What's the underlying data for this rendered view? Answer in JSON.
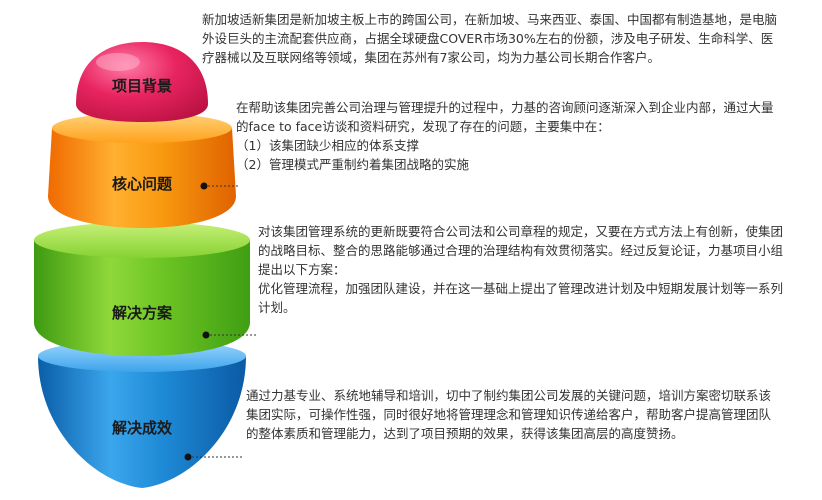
{
  "segments": [
    {
      "label": "项目背景",
      "color": "#e01f5a",
      "lines": [
        "新加坡适新集团是新加坡主板上市的跨国公司，在新加坡、马来西亚、泰国、中国都有制造基地，是电脑",
        "外设巨头的主流配套供应商，占据全球硬盘COVER市场30%左右的份额，涉及电子研发、生命科学、医",
        "疗器械以及互联网络等领域，集团在苏州有7家公司，均为力基公司长期合作客户。"
      ]
    },
    {
      "label": "核心问题",
      "color": "#f58200",
      "lines": [
        "在帮助该集团完善公司治理与管理提升的过程中，力基的咨询顾问逐渐深入到企业内部，通过大量",
        "的face to face访谈和资料研究，发现了存在的问题，主要集中在：",
        "（1）该集团缺少相应的体系支撑",
        "（2）管理模式严重制约着集团战略的实施"
      ]
    },
    {
      "label": "解决方案",
      "color": "#5cb81c",
      "lines": [
        "对该集团管理系统的更新既要符合公司法和公司章程的规定，又要在方式方法上有创新，使集团",
        "的战略目标、整合的思路能够通过合理的治理结构有效贯彻落实。经过反复论证，力基项目小组",
        "提出以下方案：",
        "优化管理流程，加强团队建设，并在这一基础上提出了管理改进计划及中短期发展计划等一系列",
        "计划。"
      ]
    },
    {
      "label": "解决成效",
      "color": "#1a86d0",
      "lines": [
        "通过力基专业、系统地辅导和培训，切中了制约集团公司发展的关键问题，培训方案密切联系该",
        "集团实际，可操作性强，同时很好地将管理理念和管理知识传递给客户，帮助客户提高管理团队",
        "的整体素质和管理能力，达到了项目预期的效果，获得该集团高层的高度赞扬。"
      ]
    }
  ]
}
